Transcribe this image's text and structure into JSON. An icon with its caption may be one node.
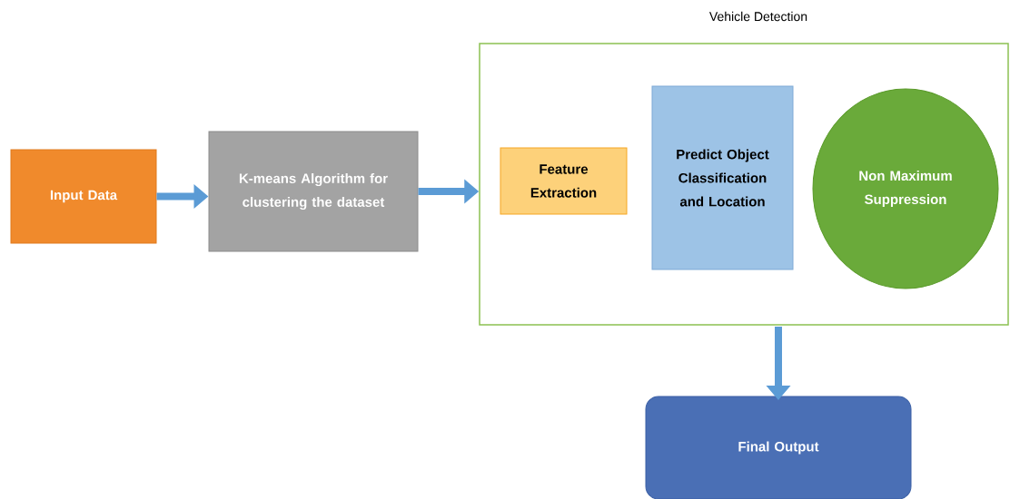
{
  "diagram": {
    "nodes": [
      {
        "text": [
          "Input Data"
        ]
      },
      {
        "text": [
          "K-means Algorithm for clustering the dataset"
        ]
      },
      {
        "text": [
          "Vehicle Detection"
        ]
      },
      {
        "text": [
          "Feature Extraction"
        ],
        "in": 2
      },
      {
        "text": [
          "Predict Object Classification and Location"
        ],
        "in": 2
      },
      {
        "text": [
          "Non Maximum Suppression"
        ],
        "in": 2
      },
      {
        "text": [
          "Final Output"
        ]
      }
    ],
    "edges": [
      {
        "from": 0,
        "to": 1,
        "arrow": "to"
      },
      {
        "from": 1,
        "to": 2,
        "arrow": "to"
      },
      {
        "from": 2,
        "to": 6,
        "arrow": "to"
      }
    ]
  }
}
